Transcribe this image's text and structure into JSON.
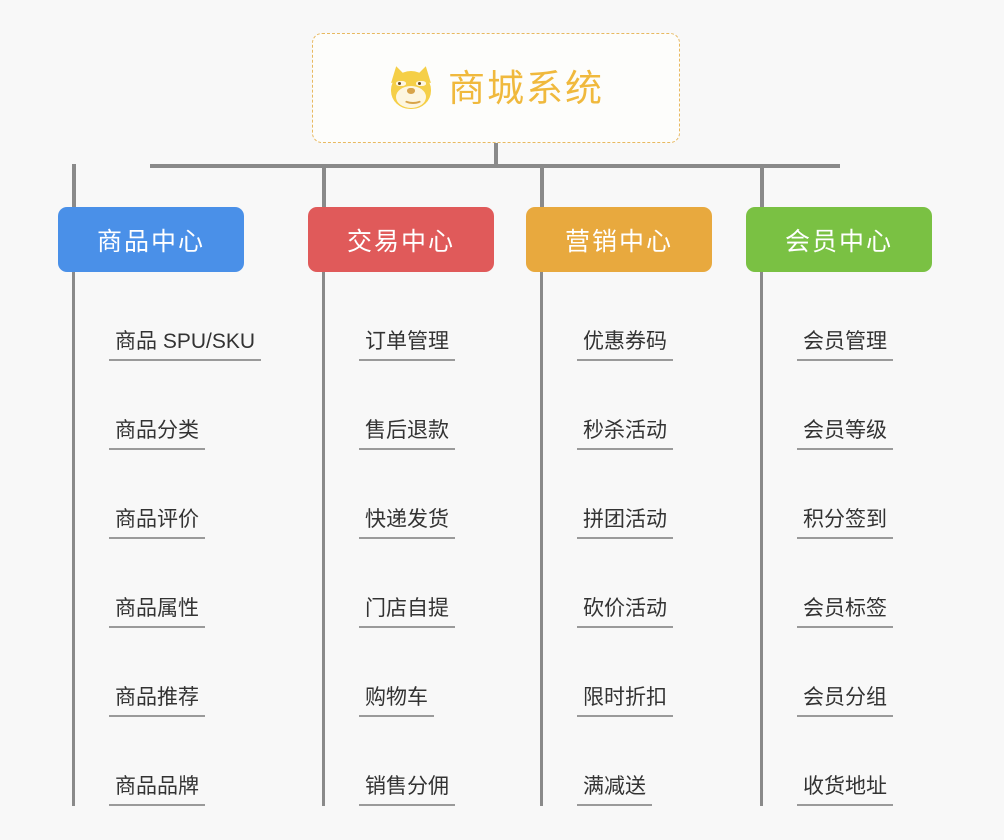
{
  "canvas": {
    "background": "#f8f8f8",
    "connector_color": "#8a8a8a"
  },
  "root": {
    "title": "商城系统",
    "icon": "shiba-dog-icon",
    "border_color": "#e8b960",
    "text_color": "#f0b93d"
  },
  "columns": [
    {
      "id": "product-center",
      "header": "商品中心",
      "color": "#4a90e8",
      "items": [
        "商品 SPU/SKU",
        "商品分类",
        "商品评价",
        "商品属性",
        "商品推荐",
        "商品品牌"
      ]
    },
    {
      "id": "trade-center",
      "header": "交易中心",
      "color": "#e05a5a",
      "items": [
        "订单管理",
        "售后退款",
        "快递发货",
        "门店自提",
        "购物车",
        "销售分佣"
      ]
    },
    {
      "id": "marketing-center",
      "header": "营销中心",
      "color": "#e8a93e",
      "items": [
        "优惠券码",
        "秒杀活动",
        "拼团活动",
        "砍价活动",
        "限时折扣",
        "满减送"
      ]
    },
    {
      "id": "member-center",
      "header": "会员中心",
      "color": "#7ac143",
      "items": [
        "会员管理",
        "会员等级",
        "积分签到",
        "会员标签",
        "会员分组",
        "收货地址"
      ]
    }
  ]
}
